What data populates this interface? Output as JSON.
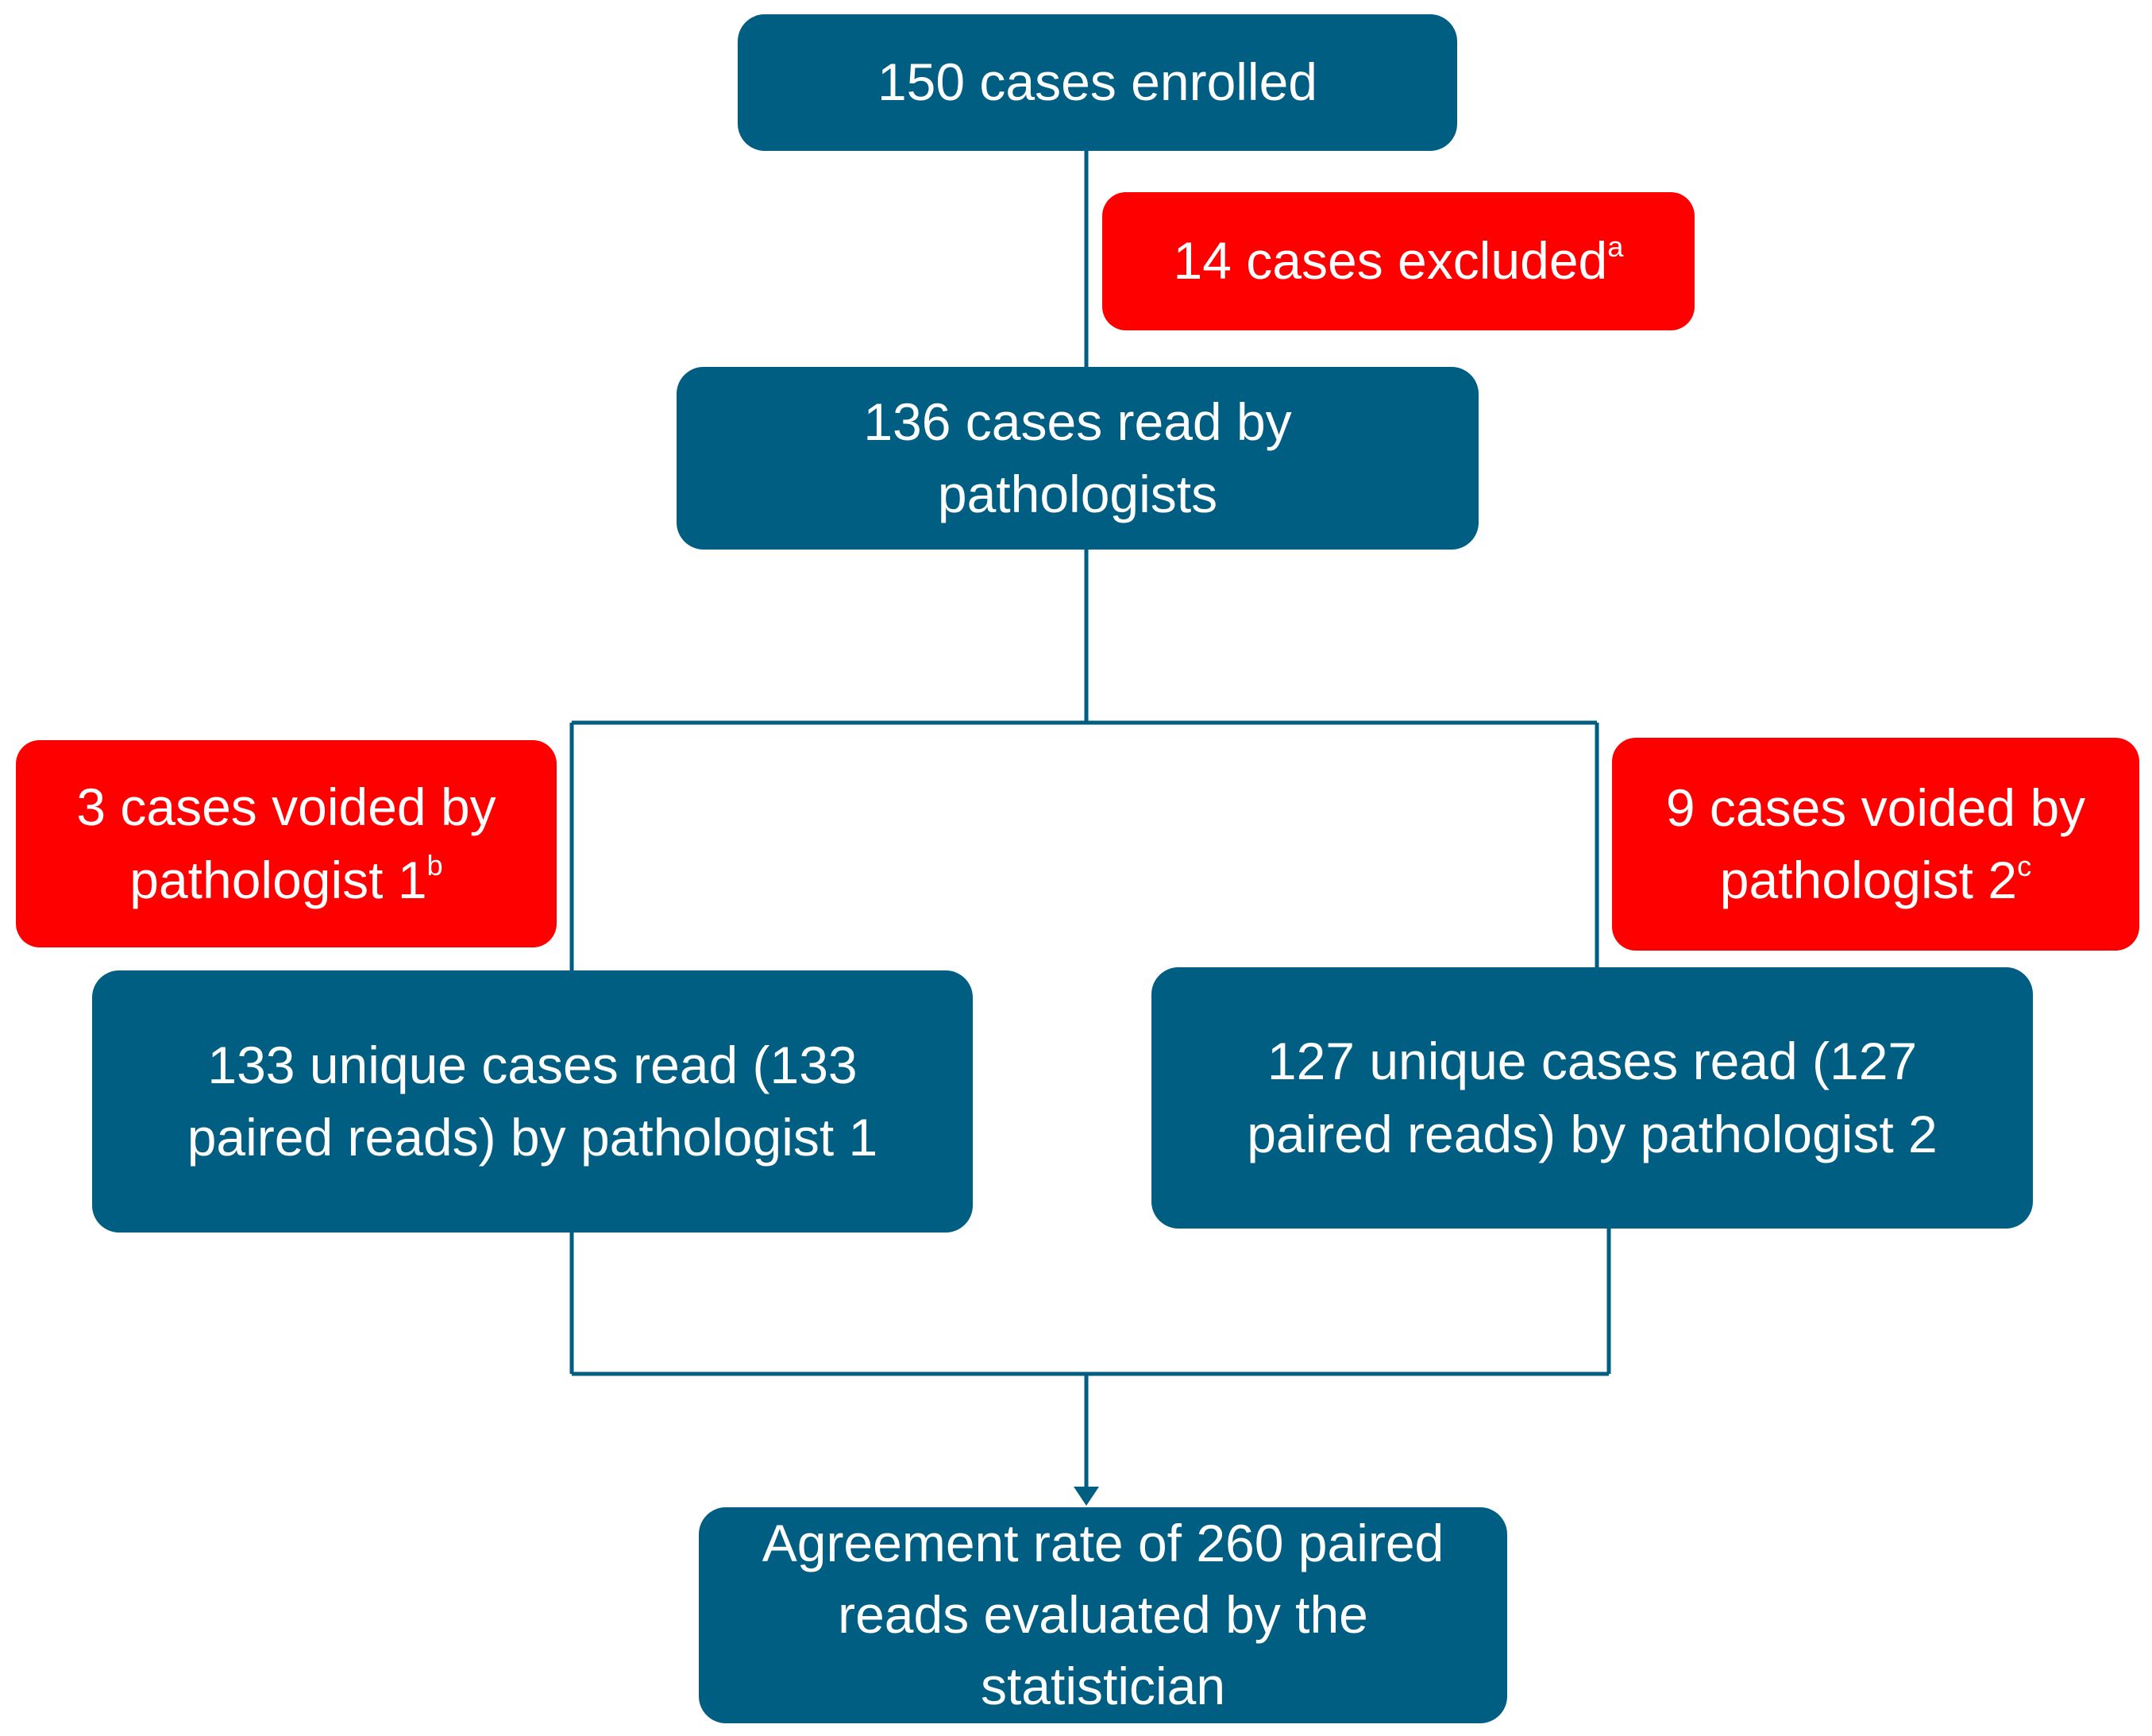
{
  "flowchart": {
    "enrolled": {
      "text": "150 cases enrolled"
    },
    "excluded": {
      "text": "14 cases excluded",
      "sup": "a"
    },
    "read": {
      "text": "136 cases read by pathologists"
    },
    "voided_p1": {
      "text": "3 cases voided by pathologist 1",
      "sup": "b"
    },
    "voided_p2": {
      "text": "9 cases voided by pathologist 2",
      "sup": "c"
    },
    "unique_p1": {
      "text": "133 unique cases read (133 paired reads) by pathologist 1"
    },
    "unique_p2": {
      "text": "127 unique cases read (127 paired reads) by pathologist 2"
    },
    "agreement": {
      "text": "Agreement rate of 260 paired reads evaluated by the statistician"
    }
  },
  "colors": {
    "process_box": "#005e83",
    "exclusion_box": "#ff0000",
    "connector": "#005e83",
    "text": "#ffffff"
  }
}
